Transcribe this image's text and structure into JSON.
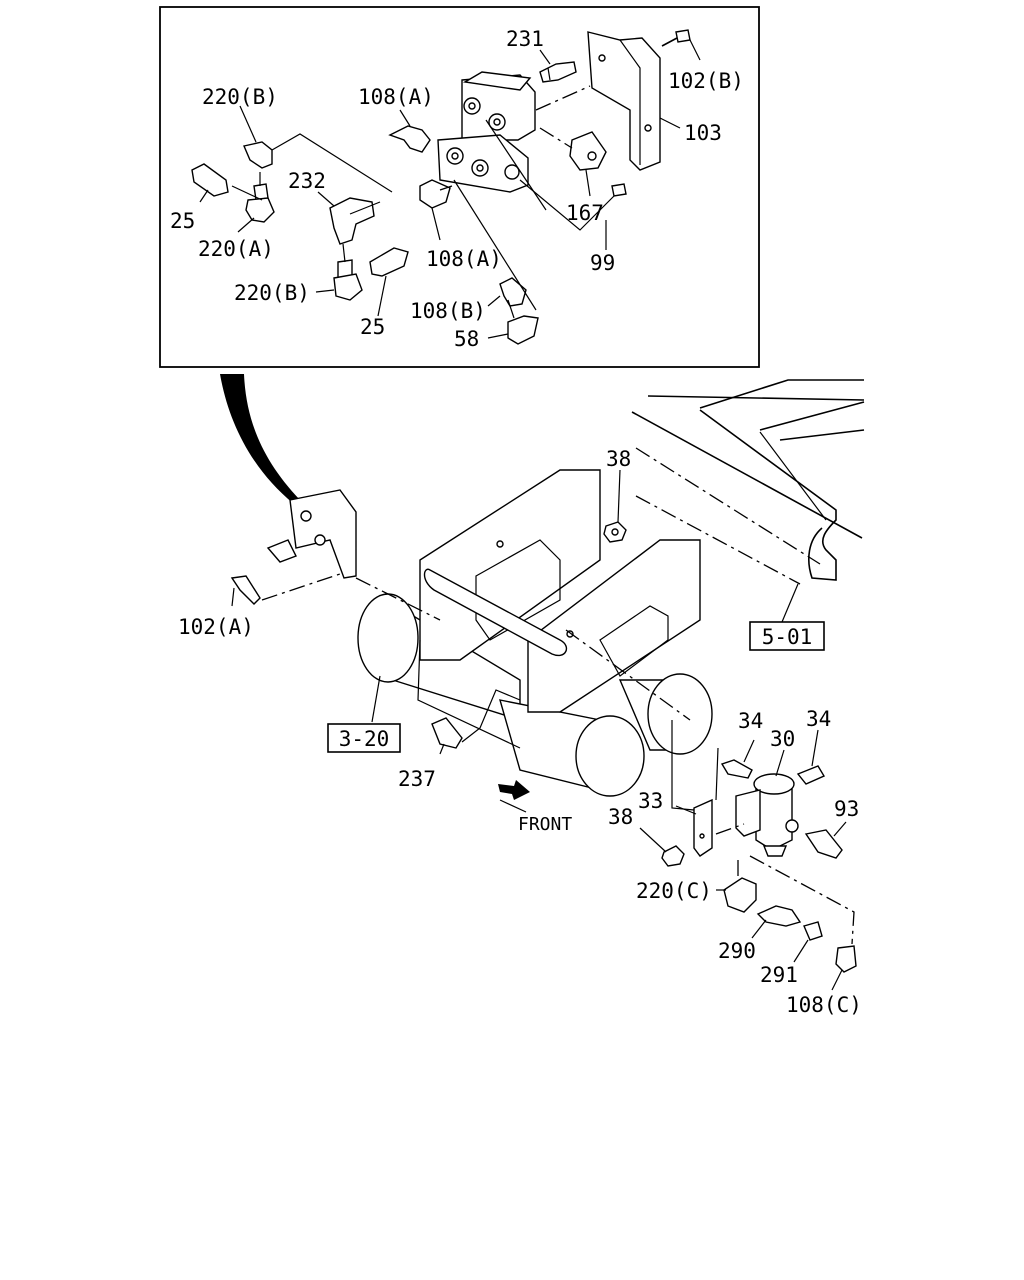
{
  "labels": {
    "p231": "231",
    "p102b": "102(B)",
    "p103": "103",
    "p220b_top": "220(B)",
    "p108a_top": "108(A)",
    "p25_left": "25",
    "p232": "232",
    "p167": "167",
    "p220a": "220(A)",
    "p108a_mid": "108(A)",
    "p99": "99",
    "p220b_low": "220(B)",
    "p25_low": "25",
    "p108b": "108(B)",
    "p58": "58",
    "p38_top": "38",
    "p102a": "102(A)",
    "p237": "237",
    "p34_left": "34",
    "p30": "30",
    "p34_right": "34",
    "p93": "93",
    "p33": "33",
    "p38_low": "38",
    "p220c": "220(C)",
    "p290": "290",
    "p291": "291",
    "p108c": "108(C)"
  },
  "references": {
    "frame_ref": "5-01",
    "tank_ref": "3-20"
  },
  "direction": {
    "front_label": "FRONT",
    "arrow_icon": "front-arrow-icon"
  }
}
